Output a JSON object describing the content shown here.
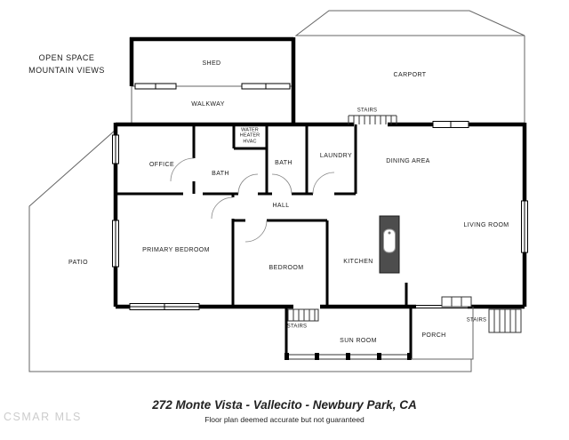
{
  "annotations": {
    "open_space": {
      "line1": "OPEN SPACE",
      "line2": "MOUNTAIN VIEWS"
    }
  },
  "rooms": {
    "shed": "SHED",
    "carport": "CARPORT",
    "walkway": "WALKWAY",
    "carport_stairs": "STAIRS",
    "water_heater": {
      "line1": "WATER",
      "line2": "HEATER",
      "line3": "HVAC"
    },
    "office": "OFFICE",
    "bath_1": "BATH",
    "bath_2": "BATH",
    "laundry": "LAUNDRY",
    "dining_area": "DINING AREA",
    "hall": "HALL",
    "patio": "PATIO",
    "primary_bedroom": "PRIMARY BEDROOM",
    "bedroom": "BEDROOM",
    "kitchen": "KITCHEN",
    "living_room": "LIVING ROOM",
    "sun_room_stairs": "STAIRS",
    "sun_room": "SUN ROOM",
    "porch": "PORCH",
    "porch_stairs": "STAIRS"
  },
  "footer": {
    "address": "272 Monte Vista - Vallecito - Newbury Park, CA",
    "disclaimer": "Floor plan deemed accurate but not guaranteed"
  },
  "watermark": "CSMAR MLS",
  "colors": {
    "wall": "#000000",
    "thin_line": "#666666",
    "island_fill": "#4d4d4d",
    "watermark": "#cccccc"
  }
}
